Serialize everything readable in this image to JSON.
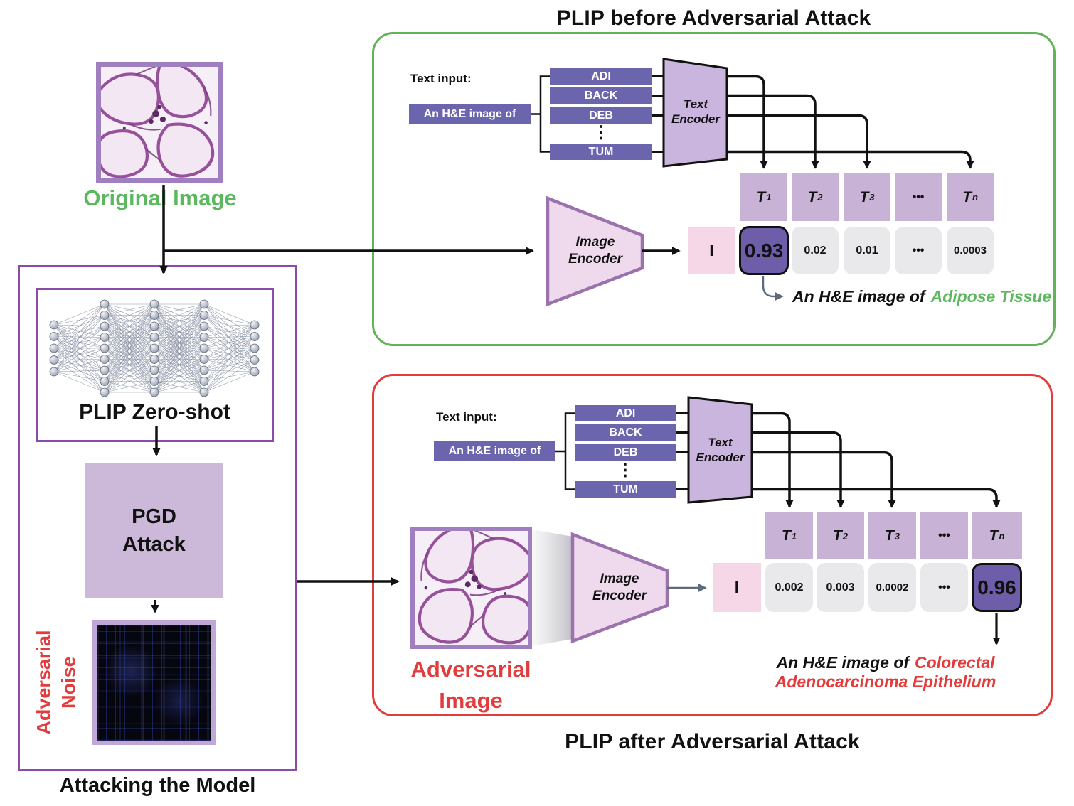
{
  "titles": {
    "before": "PLIP before Adversarial Attack",
    "after": "PLIP after Adversarial Attack"
  },
  "left_flow": {
    "original_image_label": "Original Image",
    "plip_label": "PLIP Zero-shot",
    "pgd_line1": "PGD",
    "pgd_line2": "Attack",
    "noise_line1": "Adversarial",
    "noise_line2": "Noise",
    "attacking_label": "Attacking the Model"
  },
  "panel_before": {
    "text_input_label": "Text input:",
    "prompt": "An H&E image of",
    "classes": [
      "ADI",
      "BACK",
      "DEB",
      "TUM"
    ],
    "te_line1": "Text",
    "te_line2": "Encoder",
    "ie_line1": "Image",
    "ie_line2": "Encoder",
    "t_row": [
      {
        "t": "T",
        "s": "1"
      },
      {
        "t": "T",
        "s": "2"
      },
      {
        "t": "T",
        "s": "3"
      },
      {
        "t": "•••",
        "s": ""
      },
      {
        "t": "T",
        "s": "n"
      }
    ],
    "image_token": "I",
    "scores": [
      "0.93",
      "0.02",
      "0.01",
      "•••",
      "0.0003"
    ],
    "caption_prefix": "An H&E image of",
    "caption_highlight": "Adipose Tissue"
  },
  "panel_after": {
    "text_input_label": "Text input:",
    "prompt": "An H&E image of",
    "classes": [
      "ADI",
      "BACK",
      "DEB",
      "TUM"
    ],
    "te_line1": "Text",
    "te_line2": "Encoder",
    "ie_line1": "Image",
    "ie_line2": "Encoder",
    "t_row": [
      {
        "t": "T",
        "s": "1"
      },
      {
        "t": "T",
        "s": "2"
      },
      {
        "t": "T",
        "s": "3"
      },
      {
        "t": "•••",
        "s": ""
      },
      {
        "t": "T",
        "s": "n"
      }
    ],
    "image_token": "I",
    "scores": [
      "0.002",
      "0.003",
      "0.0002",
      "•••",
      "0.96"
    ],
    "caption_prefix": "An H&E image of",
    "caption_highlight": "Colorectal",
    "caption_line2": "Adenocarcinoma Epithelium",
    "adversarial_line1": "Adversarial",
    "adversarial_line2": "Image"
  },
  "icons": {
    "vertical_ellipsis": "⋮"
  },
  "colors": {
    "green": "#5cb85f",
    "red": "#e23c3c",
    "slate_purple": "#6b65ae",
    "light_purple": "#c8b2d6",
    "text_encoder_fill": "#c9b5dd",
    "image_encoder_fill": "#efdaed",
    "image_encoder_border": "#9b72ae",
    "highlight_purple": "#6e5da8",
    "pink_token": "#f5d7e8",
    "gray_score": "#e9e8eb",
    "pgd_fill": "#ccb8d8",
    "frame_purple": "#a07fc1",
    "outer_box_purple": "#8b4ba8"
  }
}
